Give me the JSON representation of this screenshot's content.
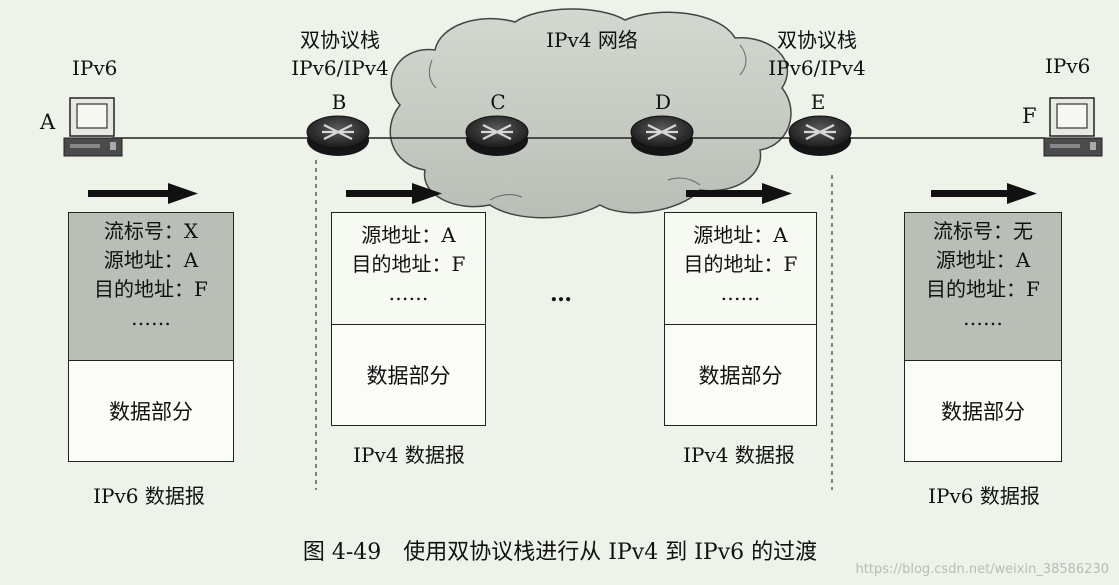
{
  "cloud_label": "IPv4 网络",
  "nodes": {
    "A": {
      "letter": "A",
      "proto": "IPv6"
    },
    "B": {
      "letter": "B",
      "stack_title": "双协议栈",
      "stack_proto": "IPv6/IPv4"
    },
    "C": {
      "letter": "C"
    },
    "D": {
      "letter": "D"
    },
    "E": {
      "letter": "E",
      "stack_title": "双协议栈",
      "stack_proto": "IPv6/IPv4"
    },
    "F": {
      "letter": "F",
      "proto": "IPv6"
    }
  },
  "packets": {
    "p1": {
      "lines": [
        "流标号：X",
        "源地址：A",
        "目的地址：F",
        "……"
      ],
      "body": "数据部分",
      "caption": "IPv6 数据报"
    },
    "p2": {
      "lines": [
        "源地址：A",
        "目的地址：F",
        "……"
      ],
      "body": "数据部分",
      "caption": "IPv4 数据报"
    },
    "p3": {
      "lines": [
        "源地址：A",
        "目的地址：F",
        "……"
      ],
      "body": "数据部分",
      "caption": "IPv4 数据报"
    },
    "p4": {
      "lines": [
        "流标号：无",
        "源地址：A",
        "目的地址：F",
        "……"
      ],
      "body": "数据部分",
      "caption": "IPv6 数据报"
    }
  },
  "ellipsis": "…",
  "figure_caption": "图 4-49　使用双协议栈进行从 IPv4 到 IPv6 的过渡",
  "watermark": "https://blog.csdn.net/weixin_38586230",
  "colors": {
    "background": "#eef3ea",
    "cloud": "#c5cbc3",
    "header_fill": "#b9bfb6"
  }
}
